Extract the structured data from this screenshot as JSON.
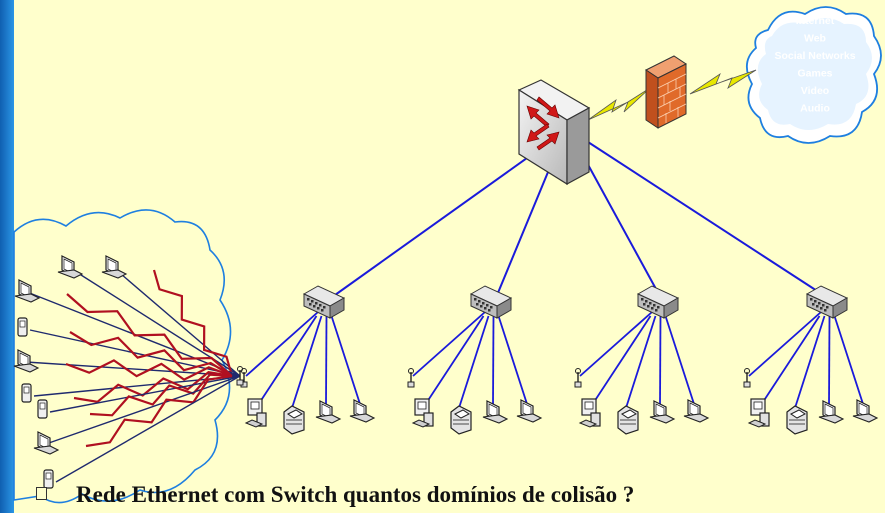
{
  "cloud": {
    "lines": [
      "Internet",
      "Web",
      "Social Networks",
      "Games",
      "Video",
      "Audio"
    ]
  },
  "caption": "Rede Ethernet com Switch quantos domínios de colisão ?",
  "colors": {
    "background": "#ffffcc",
    "left_stripe": "#1a7fd4",
    "link_blue": "#1a1adb",
    "wireless_red": "#b01020",
    "wireless_navy": "#1f2a6e",
    "lightning": "#e8e800",
    "firewall": "#e06a2a",
    "cloud_stroke": "#1e7fe0",
    "cloud_text": "#ffffff"
  },
  "icons": {
    "core_switch": "router-switch-icon",
    "firewall": "firewall-icon",
    "access_switch": "hub-icon",
    "access_point": "antenna-icon",
    "pc": "desktop-pc-icon",
    "printer": "printer-icon",
    "laptop": "laptop-icon",
    "phone": "mobile-phone-icon"
  }
}
